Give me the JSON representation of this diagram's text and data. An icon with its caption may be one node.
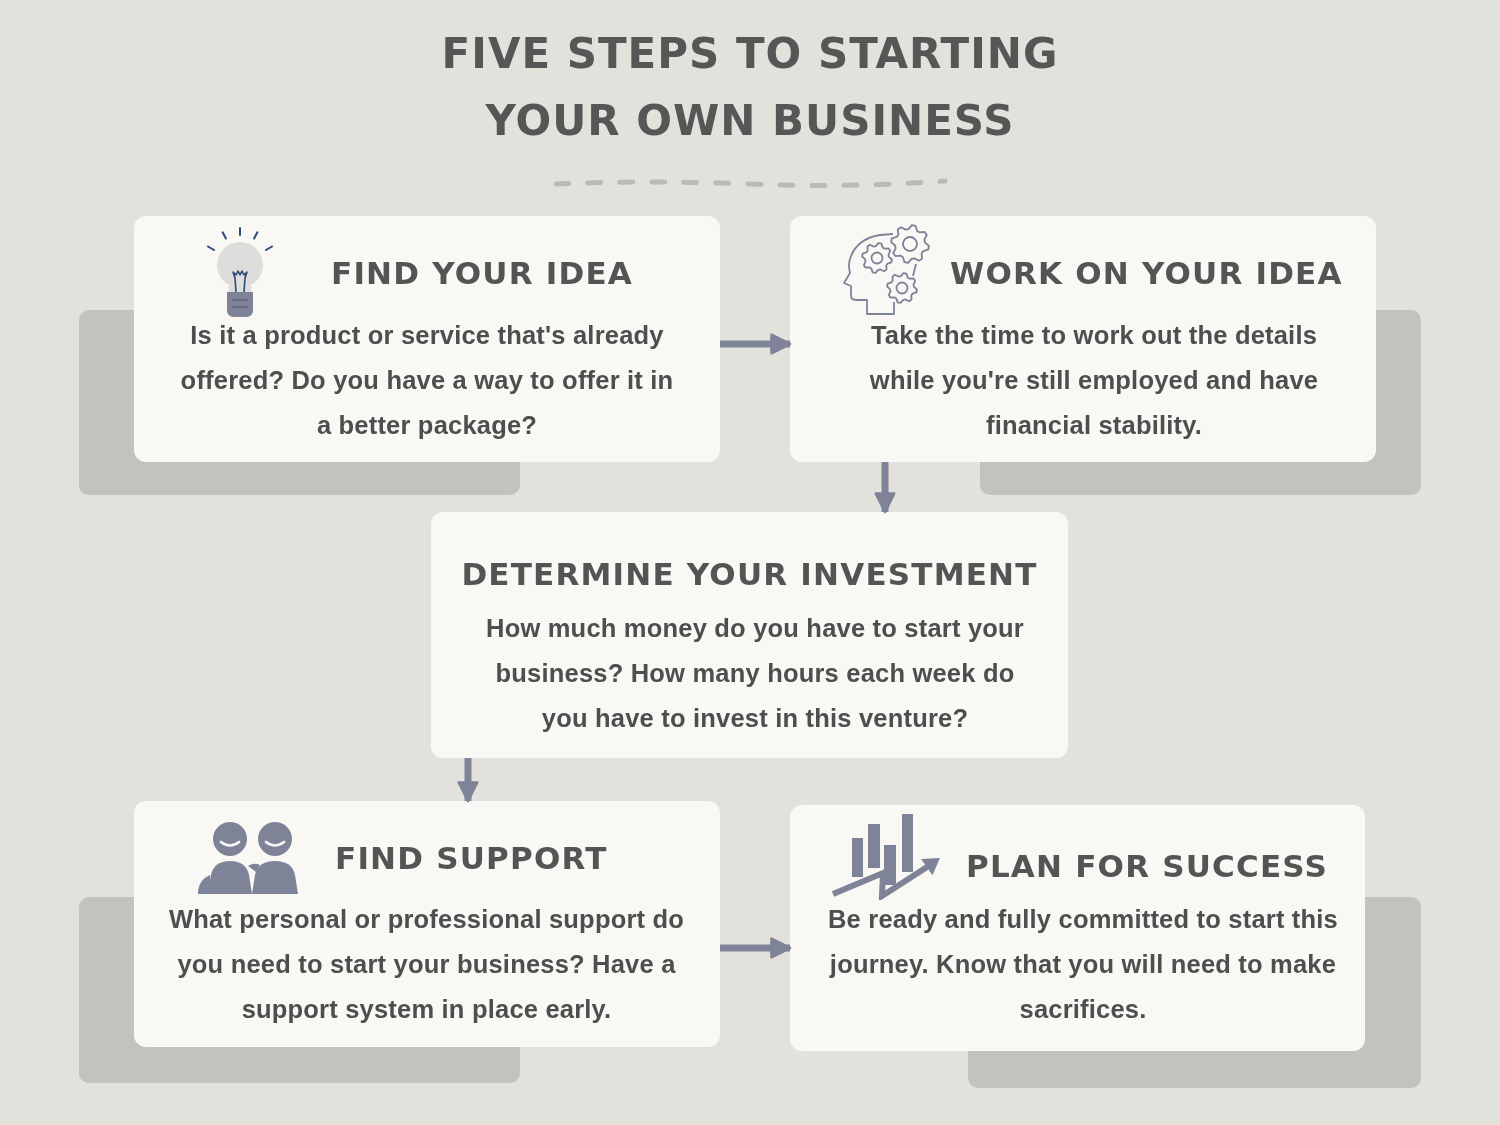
{
  "diagram": {
    "title": "FIVE STEPS TO STARTING YOUR OWN BUSINESS",
    "nodes": [
      {
        "text": [
          "FIND YOUR IDEA",
          "Is it a product or service that's already offered? Do you have a way to offer it in a better package?"
        ]
      },
      {
        "text": [
          "WORK ON YOUR IDEA",
          "Take the time to work out the details while you're still employed and have financial stability."
        ]
      },
      {
        "text": [
          "DETERMINE YOUR INVESTMENT",
          "How much money do you have to start your business? How many hours each week do you have to invest in this venture?"
        ]
      },
      {
        "text": [
          "FIND SUPPORT",
          "What personal or professional support do you need to start your business? Have a support system in place early."
        ]
      },
      {
        "text": [
          "PLAN FOR SUCCESS",
          "Be ready and fully committed to start this journey. Know that you will need to make sacrifices."
        ]
      }
    ],
    "edges": [
      {
        "from": 0,
        "to": 1,
        "arrow": "to"
      },
      {
        "from": 1,
        "to": 2,
        "arrow": "to"
      },
      {
        "from": 2,
        "to": 3,
        "arrow": "to"
      },
      {
        "from": 3,
        "to": 4,
        "arrow": "to"
      }
    ]
  }
}
